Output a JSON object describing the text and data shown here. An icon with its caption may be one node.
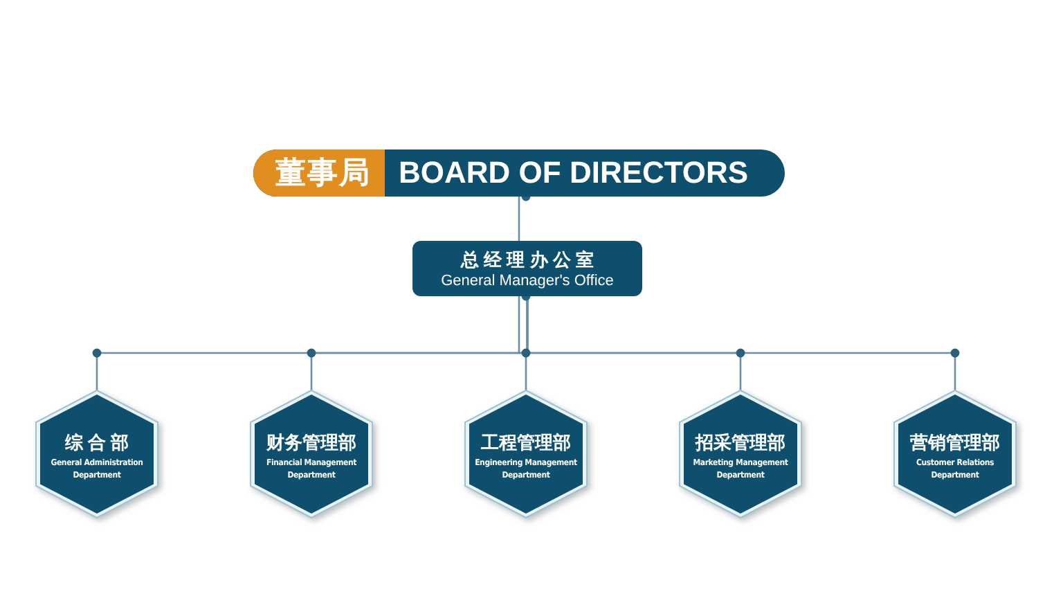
{
  "diagram": {
    "nodes": [
      {
        "text": [
          "董事局",
          "BOARD OF DIRECTORS"
        ]
      },
      {
        "text": [
          "总 经 理 办 公 室",
          "General Manager's Office"
        ]
      },
      {
        "text": [
          "综 合 部",
          "General Administration Department"
        ]
      },
      {
        "text": [
          "财务管理部",
          "Financial Management Department"
        ]
      },
      {
        "text": [
          "工程管理部",
          "Engineering Management Department"
        ]
      },
      {
        "text": [
          "招采管理部",
          "Marketing Management Department"
        ]
      },
      {
        "text": [
          "营销管理部",
          "Customer Relations Department"
        ]
      }
    ],
    "edges": [
      {
        "from": 0,
        "to": 1,
        "arrow": "none"
      },
      {
        "from": 1,
        "to": 2,
        "arrow": "none"
      },
      {
        "from": 1,
        "to": 3,
        "arrow": "none"
      },
      {
        "from": 1,
        "to": 4,
        "arrow": "none"
      },
      {
        "from": 1,
        "to": 5,
        "arrow": "none"
      },
      {
        "from": 1,
        "to": 6,
        "arrow": "none"
      }
    ]
  }
}
